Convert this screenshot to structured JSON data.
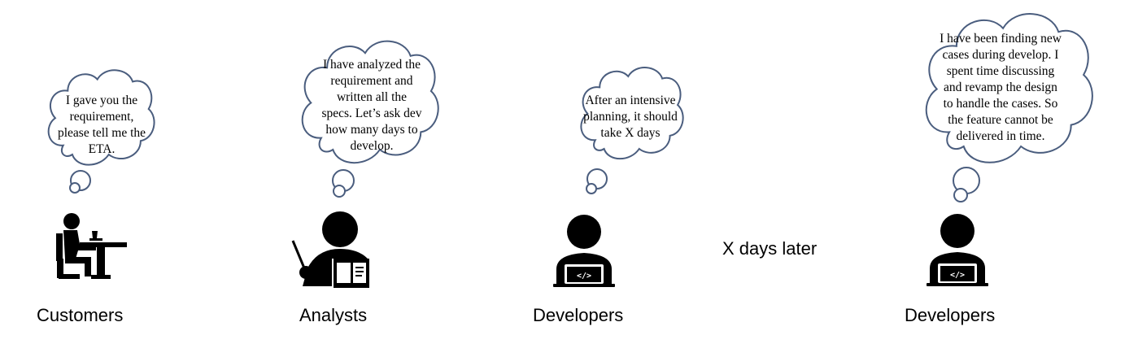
{
  "thoughts": [
    {
      "lines": [
        "I gave you the",
        "requirement,",
        "please tell me the",
        "ETA."
      ]
    },
    {
      "lines": [
        "I have analyzed the",
        "requirement and",
        "written all the",
        "specs. Let’s ask dev",
        "how many days to",
        "develop."
      ]
    },
    {
      "lines": [
        "After an intensive",
        "planning, it should",
        "take X days"
      ]
    },
    {
      "lines": [
        "I have been finding new",
        "cases during develop. I",
        "spent time discussing",
        "and revamp the design",
        "to handle the cases. So",
        "the feature cannot be",
        "delivered in time."
      ]
    }
  ],
  "roles": [
    "Customers",
    "Analysts",
    "Developers",
    "Developers"
  ],
  "time_note": "X days later",
  "icons": [
    "person-at-desk-icon",
    "teacher-with-pointer-icon",
    "developer-laptop-icon",
    "developer-laptop-icon"
  ],
  "colors": {
    "bubble_stroke": "#4a5d7e",
    "ink": "#000000",
    "background": "#ffffff"
  }
}
